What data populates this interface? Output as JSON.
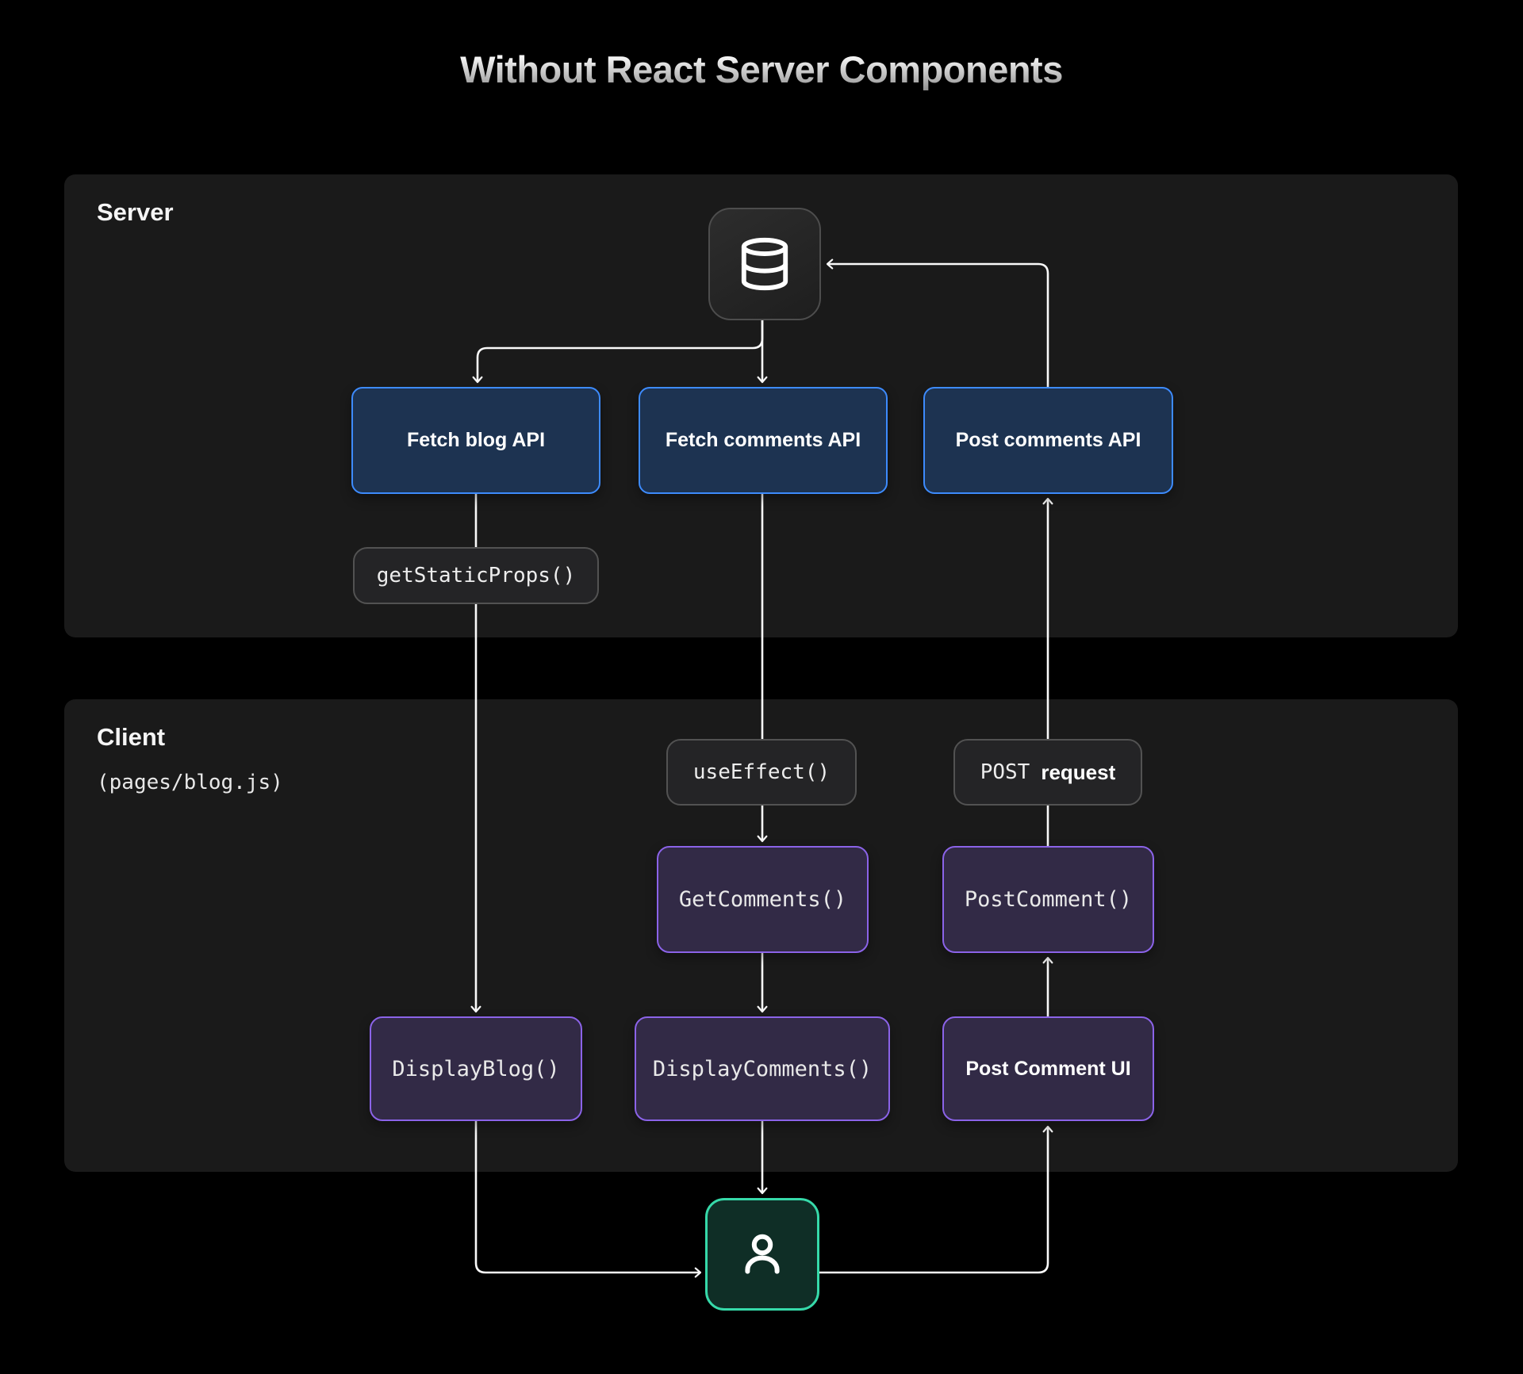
{
  "title": "Without React Server Components",
  "server": {
    "label": "Server",
    "database_icon": "database-icon",
    "boxes": [
      {
        "label": "Fetch blog API"
      },
      {
        "label": "Fetch comments API"
      },
      {
        "label": "Post comments API"
      }
    ],
    "pill_label": "getStaticProps()"
  },
  "client": {
    "label": "Client",
    "sublabel": "(pages/blog.js)",
    "use_effect_label": "useEffect()",
    "post_label_mono": "POST",
    "post_label_bold": "request",
    "boxes_row1": [
      {
        "label": "GetComments()"
      },
      {
        "label": "PostComment()"
      }
    ],
    "boxes_row2": [
      {
        "label": "DisplayBlog()"
      },
      {
        "label": "DisplayComments()"
      },
      {
        "label": "Post Comment UI"
      }
    ]
  },
  "user": {
    "icon": "user-icon"
  },
  "colors": {
    "page_bg": "#000000",
    "panel_bg": "#1a1a1a",
    "api_border": "#3d8bfd",
    "api_fill": "#1d3351",
    "purple_border": "#8b63e8",
    "purple_fill": "#322a46",
    "pill_border": "#525252",
    "pill_fill": "#242426",
    "user_border": "#36d9a9",
    "user_fill": "#0f2e26",
    "wire": "#fafafa",
    "title_gradient_top": "#ffffff",
    "title_gradient_bottom": "#8d8d8d"
  }
}
